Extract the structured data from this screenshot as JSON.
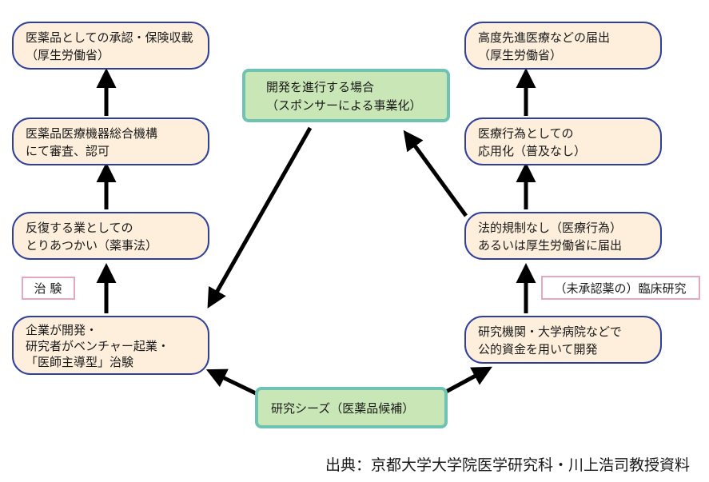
{
  "colors": {
    "node_fill": "#fdefdc",
    "node_stroke": "#2e3f9c",
    "center_fill": "#c9e7b6",
    "center_stroke": "#6fc3b3",
    "tag_fill": "#ffffff",
    "tag_stroke": "#e8a7bf",
    "arrow": "#000000"
  },
  "nodes": {
    "approval": {
      "lines": [
        "医薬品としての承認・保険収載",
        "（厚生労働省）"
      ]
    },
    "pmda": {
      "lines": [
        "医薬品医療機器総合機構",
        "にて審査、認可"
      ]
    },
    "pharma_law": {
      "lines": [
        "反復する業としての",
        "とりあつかい（薬事法）"
      ]
    },
    "company": {
      "lines": [
        "企業が開発・",
        "研究者がベンチャー起業・",
        "「医師主導型」治験"
      ]
    },
    "sponsor": {
      "lines": [
        "開発を進行する場合",
        "（スポンサーによる事業化）"
      ]
    },
    "seeds": {
      "lines": [
        "研究シーズ（医薬品候補）"
      ]
    },
    "advanced": {
      "lines": [
        "高度先進医療などの届出",
        "（厚生労働省）"
      ]
    },
    "application": {
      "lines": [
        "医療行為としての",
        "応用化（普及なし）"
      ]
    },
    "no_regulation": {
      "lines": [
        "法的規制なし（医療行為）",
        "あるいは厚生労働省に届出"
      ]
    },
    "research": {
      "lines": [
        "研究機関・大学病院などで",
        "公的資金を用いて開発"
      ]
    }
  },
  "tags": {
    "clinical_trial": "治 験",
    "clinical_research": "（未承認薬の）臨床研究"
  },
  "source": "出典：京都大学大学院医学研究科・川上浩司教授資料"
}
